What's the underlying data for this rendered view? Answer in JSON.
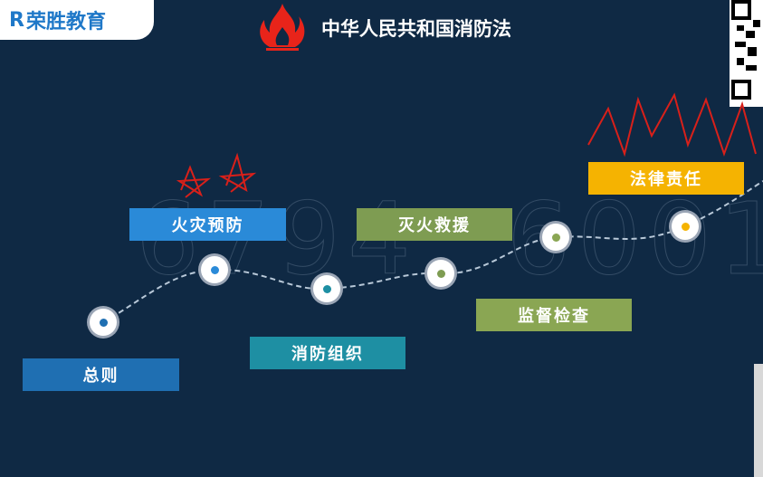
{
  "brand": {
    "name": "荣胜教育",
    "color": "#1f78c8"
  },
  "title": "中华人民共和国消防法",
  "watermark": [
    "6794",
    "6001"
  ],
  "timeline": [
    {
      "label": "总则",
      "color": "#1f6fb2",
      "dot": "#1f6fb2"
    },
    {
      "label": "火灾预防",
      "color": "#2a8ad8",
      "dot": "#2a8ad8"
    },
    {
      "label": "消防组织",
      "color": "#1e8fa3",
      "dot": "#1e8fa3"
    },
    {
      "label": "灭火救援",
      "color": "#7e9c52",
      "dot": "#7e9c52"
    },
    {
      "label": "监督检查",
      "color": "#8aa653",
      "dot": "#8aa653"
    },
    {
      "label": "法律责任",
      "color": "#f5b301",
      "dot": "#f5b301"
    }
  ],
  "icons": {
    "flame": "flame-icon",
    "qr": "qr-code"
  }
}
